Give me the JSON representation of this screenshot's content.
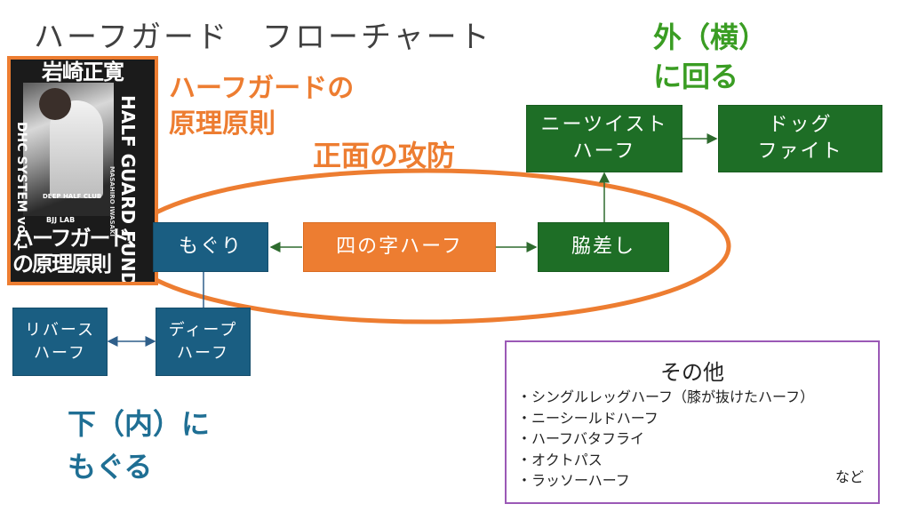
{
  "title": "ハーフガード　フローチャート",
  "book": {
    "top_title": "岩崎正寛",
    "series": "DHC SYSTEM vol.1",
    "en_title": "HALF GUARD FUNDAMENTALS",
    "author_en": "MASAHIRO IWASAKI",
    "club": "DEEP HALF CLUB",
    "brand": "BJJ LAB",
    "bottom_title_1": "ハーフガード、",
    "bottom_title_2": "の原理原則"
  },
  "labels": {
    "principles_1": "ハーフガードの",
    "principles_2": "原理原則",
    "front": "正面の攻防",
    "outside_1": "外（横）",
    "outside_2": "に回る",
    "under_1": "下（内）に",
    "under_2": "もぐる"
  },
  "nodes": {
    "moguri": "もぐり",
    "yonnoji": "四の字ハーフ",
    "wakisashi": "脇差し",
    "kneetwist": "ニーツイスト\nハーフ",
    "dogfight": "ドッグ\nファイト",
    "reverse": "リバース\nハーフ",
    "deep": "ディープ\nハーフ"
  },
  "others": {
    "heading": "その他",
    "items": [
      "シングルレッグハーフ（膝が抜けたハーフ）",
      "ニーシールドハーフ",
      "ハーフバタフライ",
      "オクトパス",
      "ラッソーハーフ"
    ],
    "etc": "など"
  },
  "colors": {
    "orange": "#ed7d31",
    "blue": "#1a5e82",
    "green": "#1e6e26",
    "purple": "#9b59b6"
  }
}
